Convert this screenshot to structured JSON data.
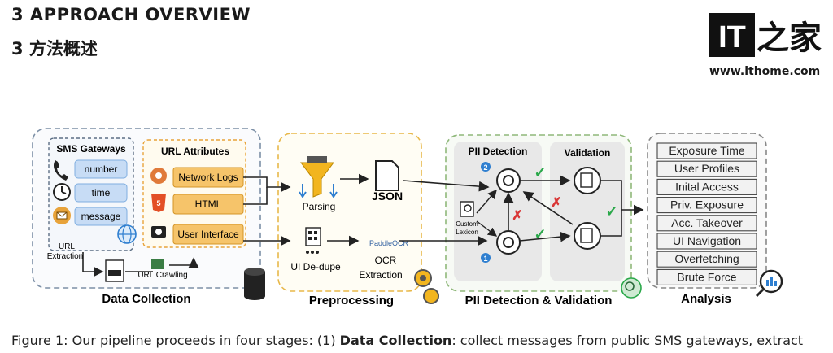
{
  "header": {
    "heading_en": "3 APPROACH OVERVIEW",
    "heading_cn": "3 方法概述"
  },
  "watermark": {
    "logo_latin": "IT",
    "logo_cn": "之家",
    "site": "www.ithome.com"
  },
  "figure": {
    "data_collection": {
      "title": "Data Collection",
      "sms_gateways": "SMS Gateways",
      "fields": [
        "number",
        "time",
        "message"
      ],
      "url_extraction": "URL\nExtraction",
      "url_crawling": "URL Crawling",
      "url_attributes": "URL Attributes",
      "attributes": [
        "Network Logs",
        "HTML",
        "User Interface"
      ]
    },
    "preprocessing": {
      "title": "Preprocessing",
      "parsing": "Parsing",
      "json": "JSON",
      "ui_dedupe": "UI De-dupe",
      "paddleocr": "PaddleOCR",
      "ocr": "OCR",
      "extraction": "Extraction"
    },
    "pii": {
      "title": "PII Detection & Validation",
      "detection": "PII Detection",
      "validation": "Validation",
      "custom_lexicon": "Custom\nLexicon",
      "step1": "1",
      "step2": "2"
    },
    "analysis": {
      "title": "Analysis",
      "items": [
        "Exposure Time",
        "User Profiles",
        "Inital Access",
        "Priv. Exposure",
        "Acc. Takeover",
        "UI Navigation",
        "Overfetching",
        "Brute Force"
      ]
    }
  },
  "caption": {
    "prefix": "Figure 1: Our pipeline proceeds in four stages: (1) ",
    "bold": "Data Collection",
    "suffix": ": collect messages from public SMS gateways, extract"
  },
  "colors": {
    "accent_blue": "#2f7fd0",
    "accent_orange": "#e8a33a",
    "success_green": "#2aa84a",
    "fail_red": "#d93636"
  }
}
